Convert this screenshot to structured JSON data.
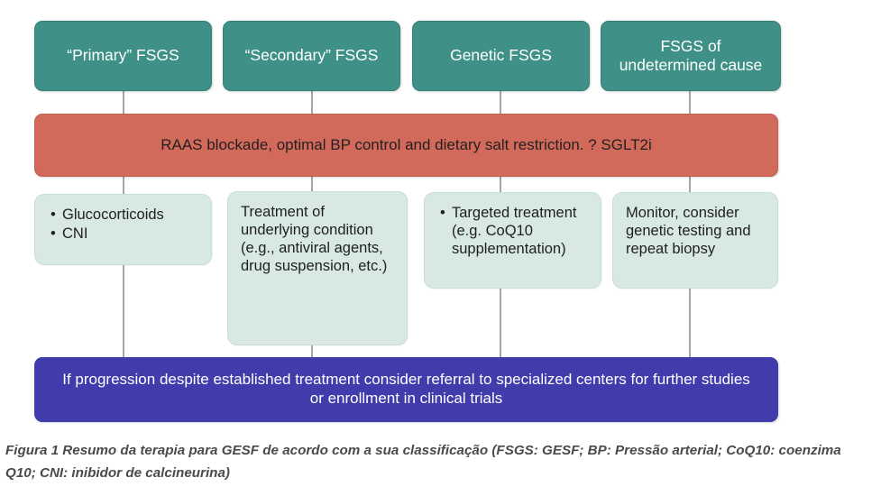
{
  "figure": {
    "caption": "Figura 1 Resumo da terapia para GESF de acordo com a sua classificação (FSGS: GESF; BP: Pressão arterial; CoQ10: coenzima Q10; CNI: inibidor de calcineurina)"
  },
  "colors": {
    "category_fill": "#3f9187",
    "band_fill": "#d26a5b",
    "treatment_fill": "#d7e9e2",
    "final_fill": "#403cab",
    "connector": "#a6a6a6",
    "caption_text": "#4a4a4a",
    "background": "#ffffff"
  },
  "categories": [
    {
      "label": "“Primary” FSGS"
    },
    {
      "label": "“Secondary” FSGS"
    },
    {
      "label": "Genetic FSGS"
    },
    {
      "label": "FSGS of\nundetermined cause"
    }
  ],
  "band": {
    "label": "RAAS blockade, optimal BP control and dietary salt restriction. ? SGLT2i"
  },
  "treatments": [
    {
      "style": "bulleted",
      "items": [
        "Glucocorticoids",
        "CNI"
      ]
    },
    {
      "style": "plain",
      "items": [
        "Treatment of underlying condition (e.g., antiviral agents, drug suspension, etc.)"
      ]
    },
    {
      "style": "bulleted",
      "items": [
        "Targeted treatment (e.g. CoQ10 supplementation)"
      ]
    },
    {
      "style": "plain",
      "items": [
        "Monitor, consider genetic testing and repeat biopsy"
      ]
    }
  ],
  "final": {
    "label": "If progression despite established treatment consider referral to specialized centers for further studies or enrollment in clinical trials"
  }
}
